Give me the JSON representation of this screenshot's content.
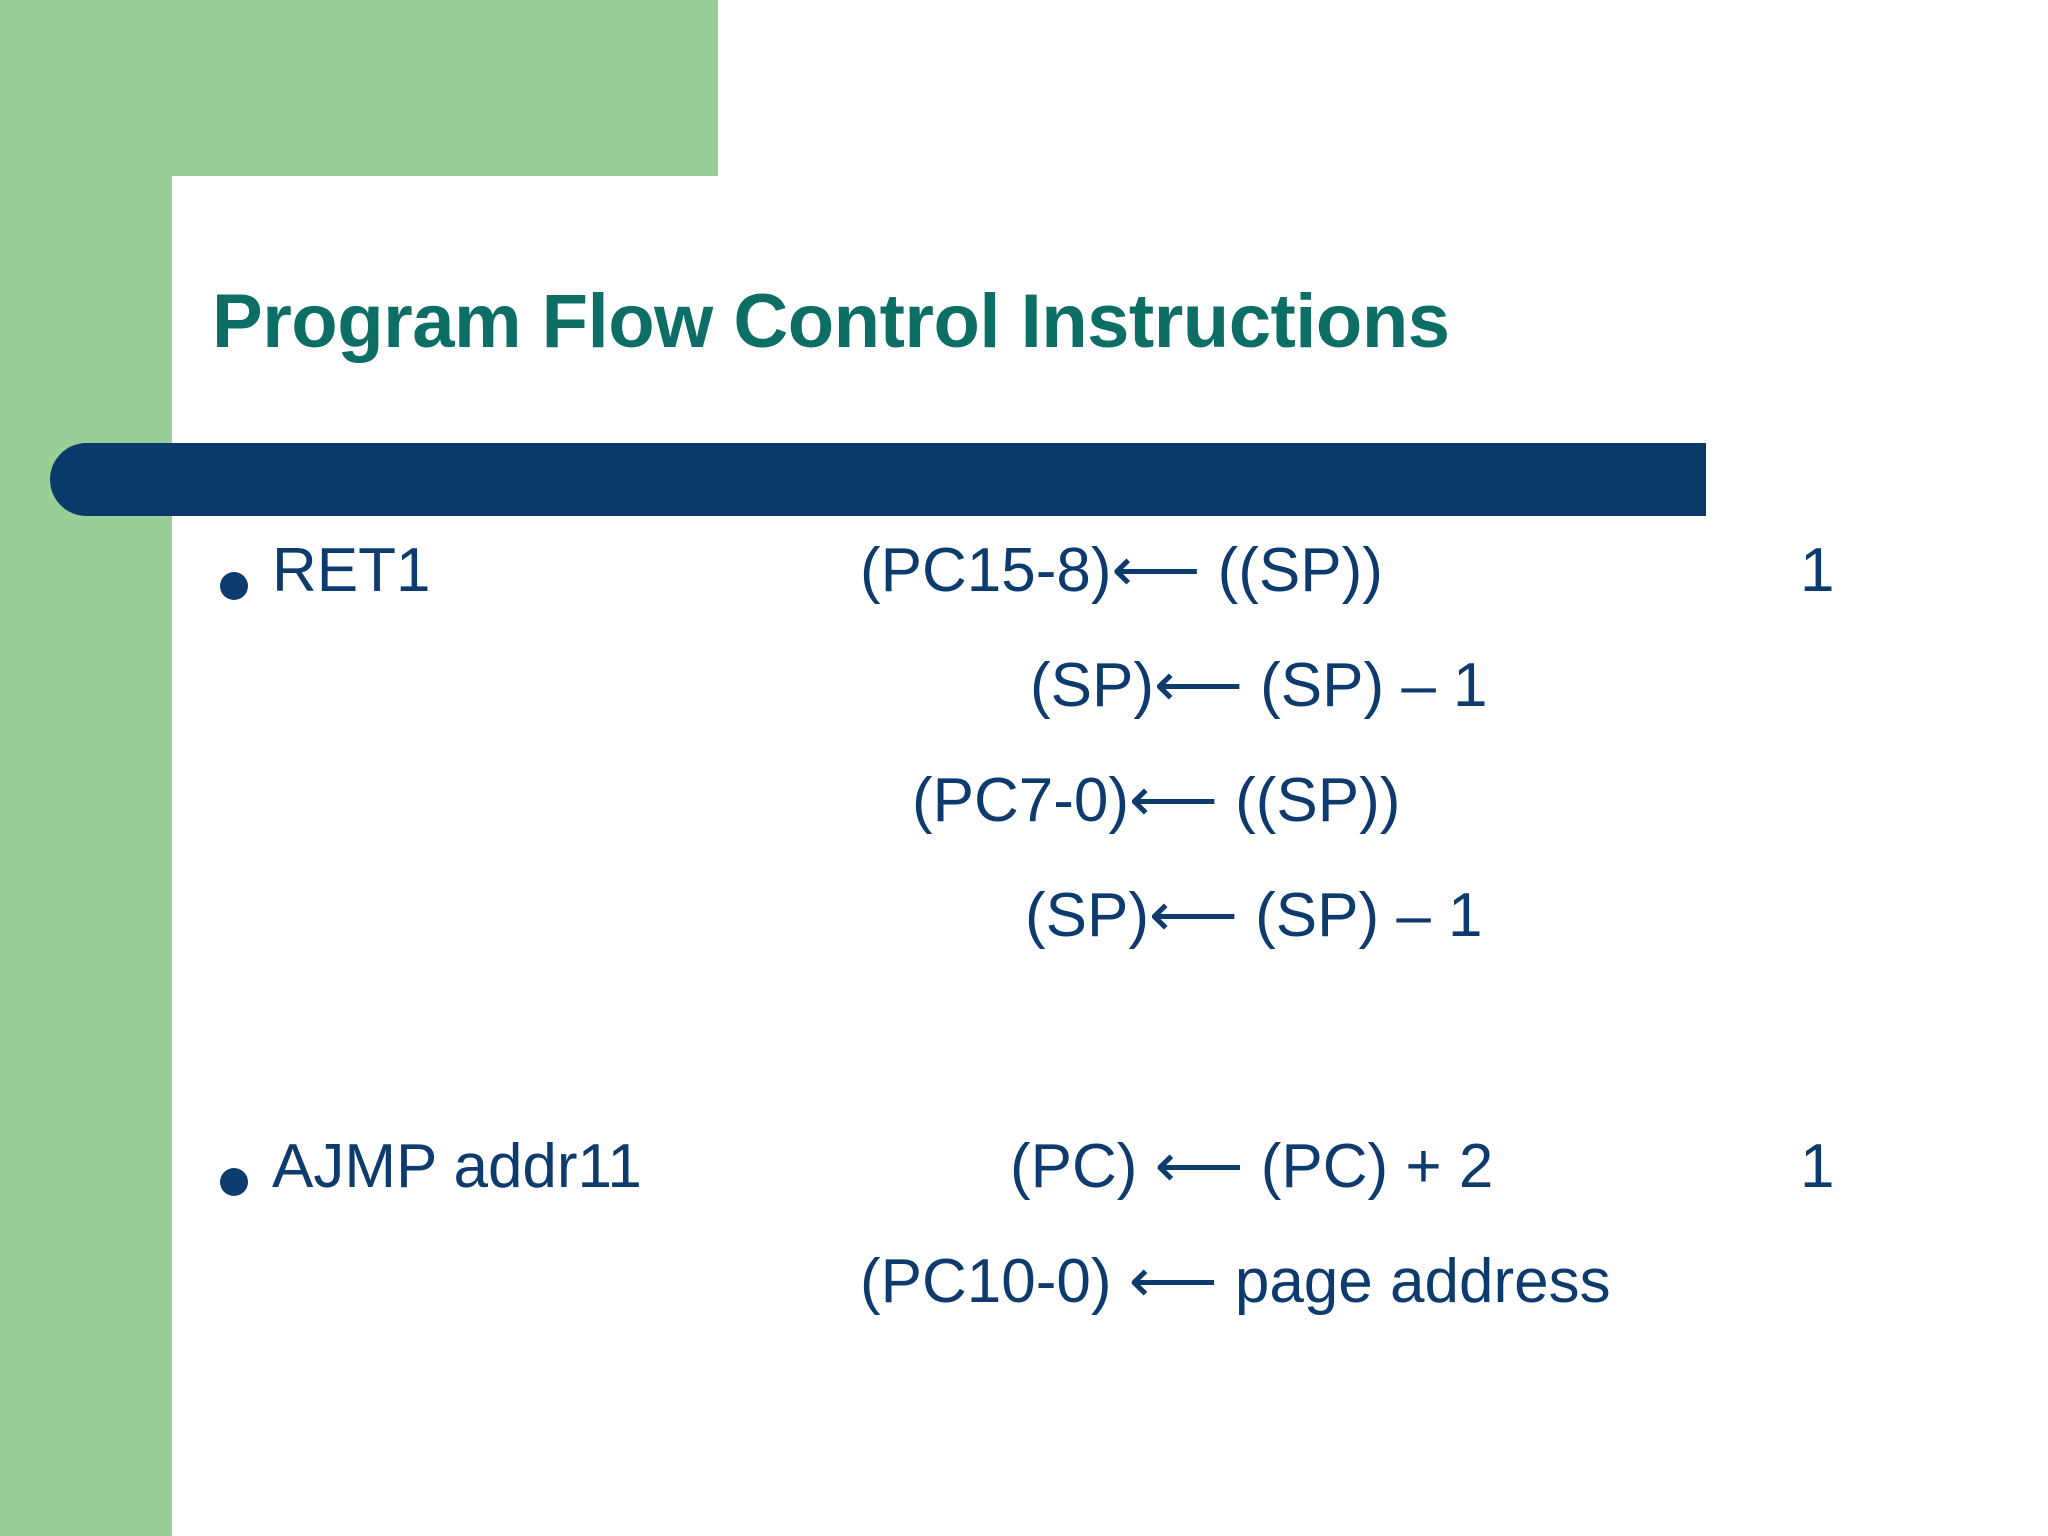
{
  "slide": {
    "title": "Program Flow Control Instructions",
    "colors": {
      "accent_green": "#99ce97",
      "title_teal": "#0d6e66",
      "rule_navy": "#0a3a69",
      "body_navy": "#0d3b6e",
      "background": "#ffffff"
    },
    "arrow_glyph": "⟵",
    "bullets": [
      {
        "mnemonic": "RET1",
        "cycles": "1",
        "operations": [
          "(PC15-8)⟵ ((SP))",
          "(SP)⟵ (SP) – 1",
          "(PC7-0)⟵ ((SP))",
          "(SP)⟵  (SP) – 1"
        ]
      },
      {
        "mnemonic": "AJMP addr11",
        "cycles": "1",
        "operations": [
          "(PC) ⟵  (PC) + 2",
          "(PC10-0) ⟵  page address"
        ]
      }
    ]
  }
}
